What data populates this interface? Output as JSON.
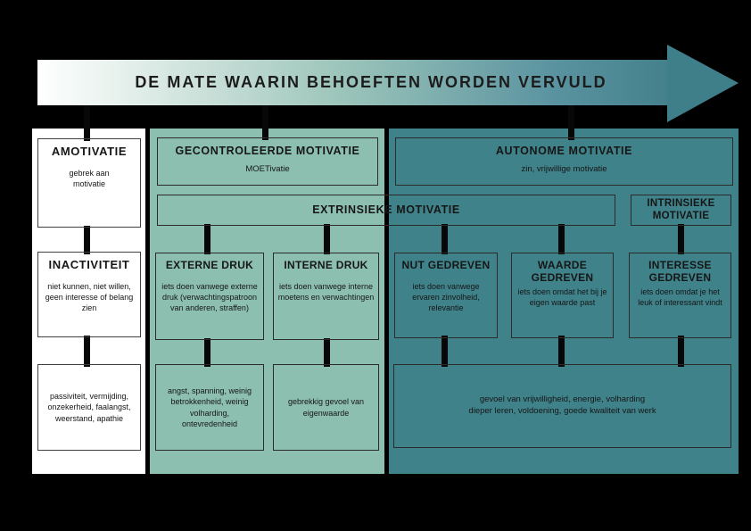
{
  "arrow": {
    "title": "DE MATE WAARIN BEHOEFTEN WORDEN VERVULD"
  },
  "left": {
    "amotivatie": {
      "heading": "AMOTIVATIE",
      "body": "gebrek aan motivatie"
    },
    "inactiviteit": {
      "heading": "INACTIVITEIT",
      "body": "niet kunnen, niet willen, geen interesse of belang zien"
    },
    "gevolgen": {
      "body": "passiviteit, vermijding, onzekerheid, faalangst, weerstand, apathie"
    }
  },
  "middle": {
    "header": {
      "heading": "GECONTROLEERDE MOTIVATIE",
      "subheading": "MOETivatie"
    },
    "extrinsiek": {
      "heading": "EXTRINSIEKE MOTIVATIE"
    },
    "externe_druk": {
      "heading": "EXTERNE DRUK",
      "body": "iets doen vanwege externe druk (verwachtingspatroon van anderen, straffen)"
    },
    "interne_druk": {
      "heading": "INTERNE DRUK",
      "body": "iets doen vanwege interne moetens en verwachtingen"
    },
    "externe_gevolg": {
      "body": "angst, spanning, weinig betrokkenheid, weinig volharding, ontevredenheid"
    },
    "interne_gevolg": {
      "body": "gebrekkig gevoel van eigenwaarde"
    }
  },
  "right": {
    "header": {
      "heading": "AUTONOME MOTIVATIE",
      "subheading": "zin, vrijwillige motivatie"
    },
    "intrinsiek": {
      "heading": "INTRINSIEKE MOTIVATIE"
    },
    "nut": {
      "heading": "NUT GEDREVEN",
      "body": "iets doen vanwege ervaren zinvolheid, relevantie"
    },
    "waarde": {
      "heading": "WAARDE GEDREVEN",
      "body": "iets doen omdat het bij je eigen waarde past"
    },
    "interesse": {
      "heading": "INTERESSE GEDREVEN",
      "body": "iets doen omdat je het leuk of interessant vindt"
    },
    "gevolg": {
      "body": "gevoel van vrijwilligheid, energie, volharding\ndieper leren, voldoening, goede kwaliteit van werk"
    }
  },
  "colors": {
    "background": "#000000",
    "panel_left": "#ffffff",
    "panel_middle": "#8cbfb0",
    "panel_right": "#3f828a",
    "arrow_gradient_start": "#ffffff",
    "arrow_gradient_end": "#44818c",
    "connector": "#070707",
    "box_border": "#2b2b2b",
    "text": "#161616"
  }
}
